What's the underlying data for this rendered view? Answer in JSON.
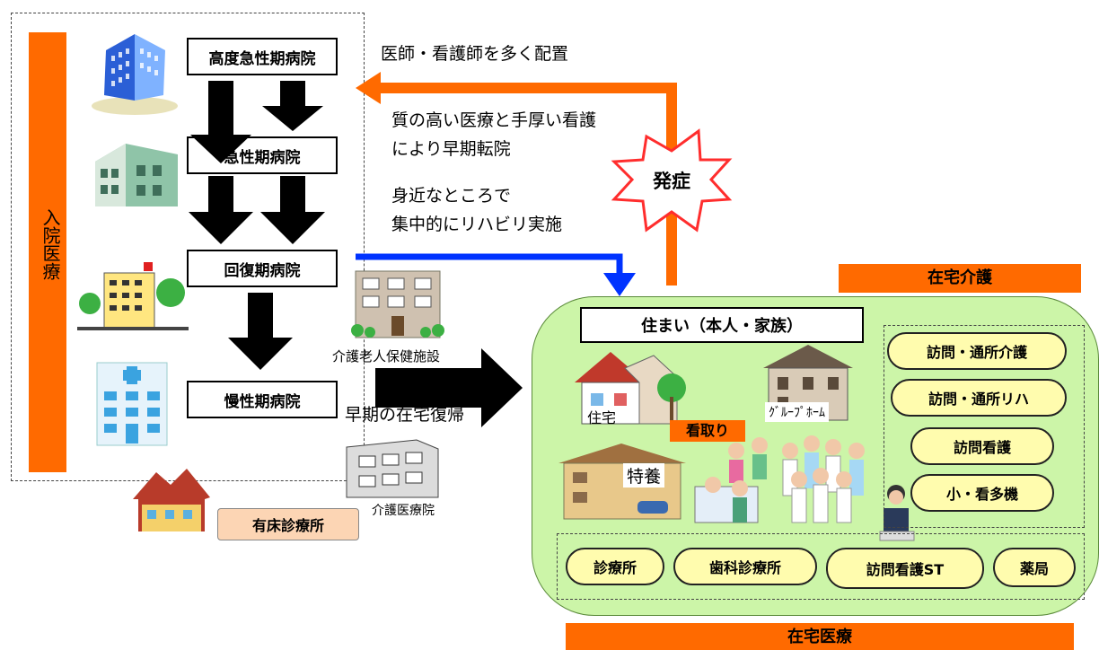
{
  "inpatient_label": "入院医療",
  "hospitals": [
    "高度急性期病院",
    "急性期病院",
    "回復期病院",
    "慢性期病院"
  ],
  "notes": {
    "staffing": "医師・看護師を多く配置",
    "quality_line1": "質の高い医療と手厚い看護",
    "quality_line2": "により早期転院",
    "rehab_line1": "身近なところで",
    "rehab_line2": "集中的にリハビリ実施",
    "early_return": "早期の在宅復帰"
  },
  "onset_label": "発症",
  "facilities": {
    "care_health_facility": "介護老人保健施設",
    "care_medical_hospital": "介護医療院",
    "bed_clinic": "有床診療所"
  },
  "home_care_label": "在宅介護",
  "home_medical_label": "在宅医療",
  "residence_label": "住まい（本人・家族）",
  "residence_items": {
    "house": "住宅",
    "group_home": "ｸﾞﾙｰﾌﾟﾎｰﾑ",
    "nursing_home": "特養",
    "end_of_life": "看取り"
  },
  "care_services": [
    "訪問・通所介護",
    "訪問・通所リハ",
    "訪問看護",
    "小・看多機"
  ],
  "medical_services": [
    "診療所",
    "歯科診療所",
    "訪問看護ST",
    "薬局"
  ],
  "colors": {
    "orange": "#ff6a00",
    "blue": "#0033ff",
    "green_area": "#ccf5a8",
    "pill_fill": "#fffcae"
  }
}
